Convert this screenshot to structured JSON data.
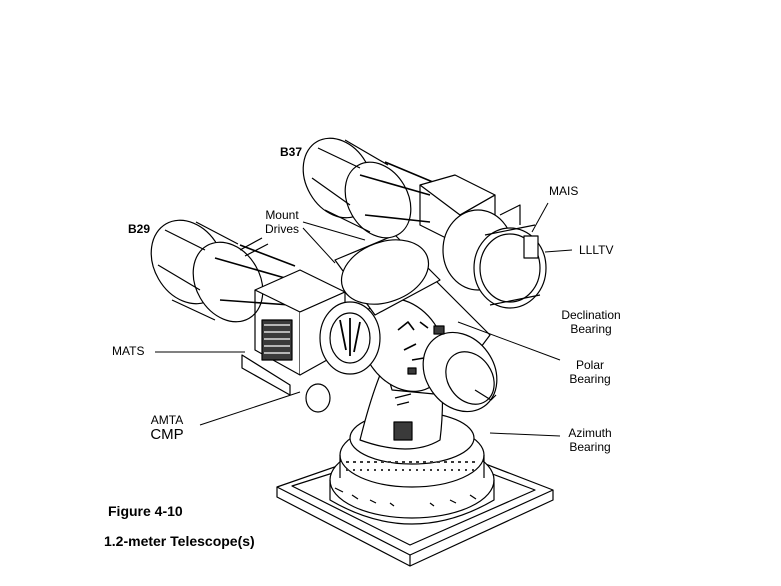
{
  "labels": {
    "b37": "B37",
    "b29": "B29",
    "mais": "MAIS",
    "mount_drives_1": "Mount",
    "mount_drives_2": "Drives",
    "llltv": "LLLTV",
    "declination_1": "Declination",
    "declination_2": "Bearing",
    "mats": "MATS",
    "polar_1": "Polar",
    "polar_2": "Bearing",
    "amta": "AMTA",
    "cmp": "CMP",
    "azimuth_1": "Azimuth",
    "azimuth_2": "Bearing"
  },
  "caption": {
    "figure": "Figure 4-10",
    "title": "1.2-meter Telescope(s)"
  },
  "colors": {
    "line": "#000000",
    "background": "#ffffff",
    "shade": "#3a3a3a"
  }
}
